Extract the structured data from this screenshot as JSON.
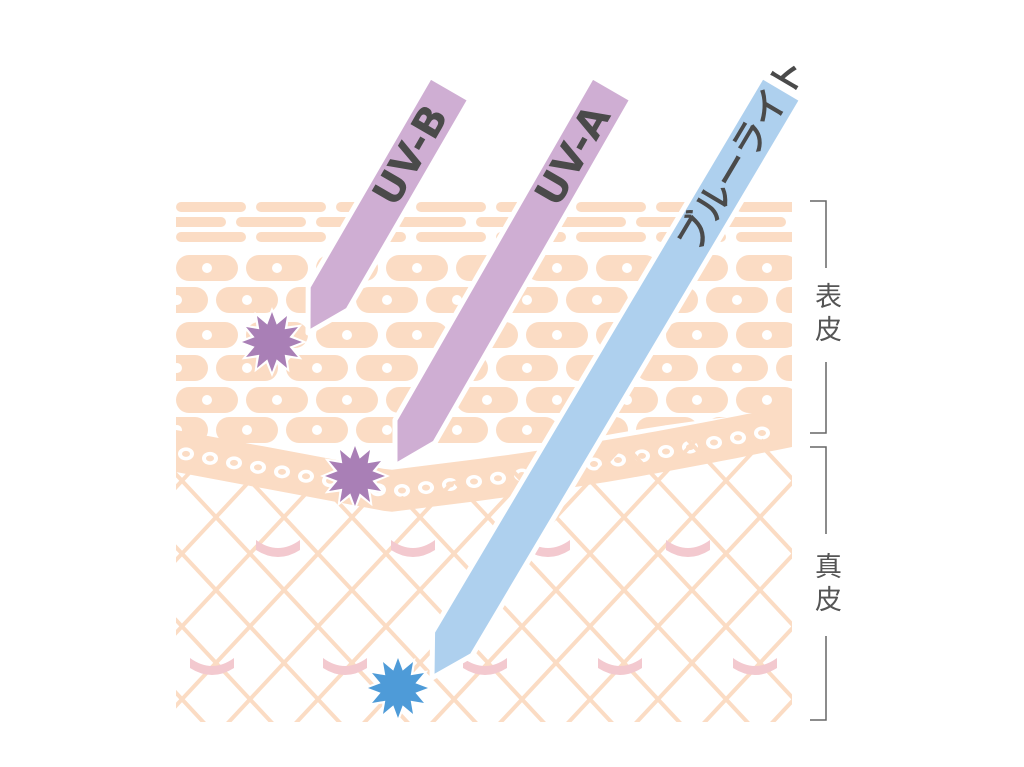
{
  "rays": [
    {
      "id": "uvb",
      "label": "UV-B",
      "color": "#cfaed3",
      "burst_color": "#a97fb6"
    },
    {
      "id": "uva",
      "label": "UV-A",
      "color": "#cfaed3",
      "burst_color": "#a97fb6"
    },
    {
      "id": "blue",
      "label": "ブルーライト",
      "color": "#aed0ee",
      "burst_color": "#4e9bd8"
    }
  ],
  "layers": {
    "epidermis": "表皮",
    "dermis": "真皮"
  },
  "colors": {
    "skin_cell": "#fbdcc4",
    "cell_highlight": "#ffffff",
    "collagen": "#fbdcc4",
    "fibroblast": "#f3c9cf",
    "bracket": "#666666"
  }
}
